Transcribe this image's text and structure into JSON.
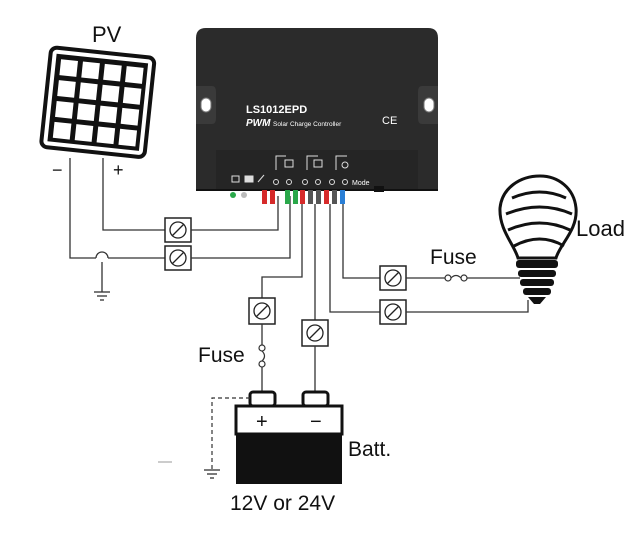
{
  "labels": {
    "pv": "PV",
    "pv_minus": "−",
    "pv_plus": "+",
    "load": "Load",
    "fuse_load": "Fuse",
    "fuse_batt": "Fuse",
    "batt": "Batt.",
    "voltage": "12V or 24V",
    "batt_plus": "+",
    "batt_minus": "−"
  },
  "controller": {
    "model": "LS1012EPD",
    "brand": "PWM",
    "subtitle": "Solar Charge Controller",
    "ce_mark": "CE",
    "mode_label": "Mode"
  },
  "colors": {
    "controller_body": "#2b2b2b",
    "terminal_red": "#d62a2a",
    "terminal_green": "#2aa84a",
    "terminal_blue": "#2a7fd6",
    "wire": "#333333"
  },
  "icons": [
    "solar-panel-icon",
    "bulb-icon",
    "battery-icon",
    "ground-icon",
    "fuse-icon",
    "breaker-icon"
  ]
}
